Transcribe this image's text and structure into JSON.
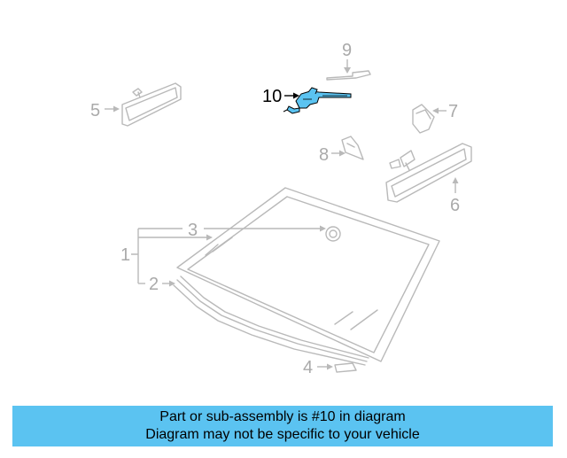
{
  "callouts": {
    "c1": "1",
    "c2": "2",
    "c3": "3",
    "c4": "4",
    "c5": "5",
    "c6": "6",
    "c7": "7",
    "c8": "8",
    "c9": "9",
    "c10": "10"
  },
  "highlight": {
    "part_number": "10",
    "color": "#5bc3f1"
  },
  "banner": {
    "line1": "Part or sub-assembly is #10 in diagram",
    "line2": "Diagram may not be specific to your vehicle",
    "background": "#5bc3f1"
  }
}
